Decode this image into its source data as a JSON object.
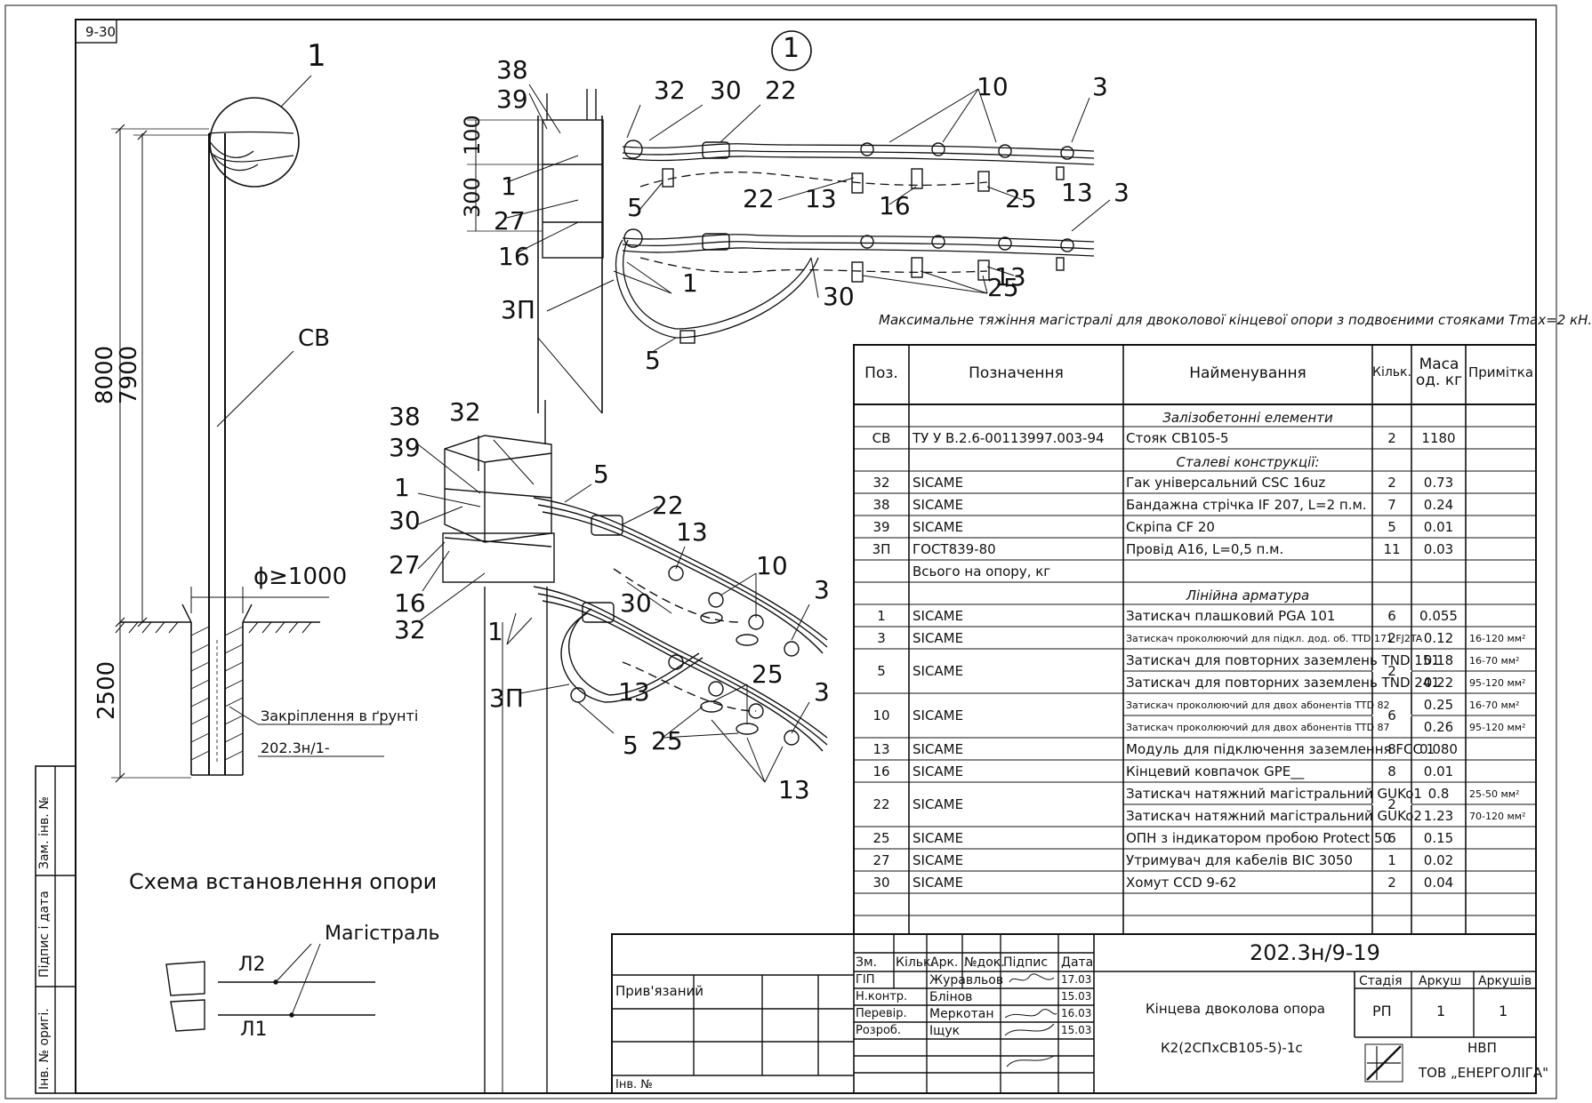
{
  "sheet": {
    "sheet_id": "9-30",
    "callout_left": "1",
    "callout_detail": "1",
    "pole_label": "СВ",
    "dims": {
      "d8000": "8000",
      "d7900": "7900",
      "d2500": "2500",
      "d100": "100",
      "d300": "300",
      "phi": "ϕ≥1000"
    },
    "soil_label_1": "Закріплення в ґрунті",
    "soil_label_2": "202.3н/1-",
    "scheme_title": "Схема встановлення опори",
    "scheme_magistral": "Магістраль",
    "scheme_l2": "Л2",
    "scheme_l1": "Л1",
    "max_tension": "Максимальне тяжіння магістралі для двоколової кінцевої опори з подвоєними стояками Tmax=2 кН."
  },
  "detail_labels": [
    "38",
    "39",
    "32",
    "30",
    "22",
    "10",
    "3",
    "1",
    "27",
    "16",
    "3П",
    "5",
    "22",
    "13",
    "16",
    "25",
    "13",
    "3",
    "1",
    "30",
    "25",
    "13",
    "5"
  ],
  "iso_labels": [
    "38",
    "39",
    "32",
    "1",
    "30",
    "27",
    "16",
    "32",
    "5",
    "22",
    "13",
    "10",
    "30",
    "3",
    "25",
    "1",
    "3П",
    "13",
    "5",
    "25",
    "3",
    "13"
  ],
  "table": {
    "headers": {
      "pos": "Поз.",
      "code": "Позначення",
      "name": "Найменування",
      "qty": "Кільк.",
      "mass": "Маса од. кг",
      "note": "Примітка"
    },
    "rows": [
      {
        "type": "section",
        "name": "Залізобетонні елементи"
      },
      {
        "pos": "СВ",
        "code": "ТУ У В.2.6-00113997.003-94",
        "name": "Стояк СВ105-5",
        "qty": "2",
        "mass": "1180",
        "note": ""
      },
      {
        "type": "section",
        "name": "Сталеві конструкції:"
      },
      {
        "pos": "32",
        "code": "SICAME",
        "name": "Гак універсальний CSC 16uz",
        "qty": "2",
        "mass": "0.73",
        "note": ""
      },
      {
        "pos": "38",
        "code": "SICAME",
        "name": "Бандажна стрічка IF 207, L=2 п.м.",
        "qty": "7",
        "mass": "0.24",
        "note": ""
      },
      {
        "pos": "39",
        "code": "SICAME",
        "name": "Скріпа CF 20",
        "qty": "5",
        "mass": "0.01",
        "note": ""
      },
      {
        "pos": "3П",
        "code": "ГОСТ839-80",
        "name": "Провід А16, L=0,5 п.м.",
        "qty": "11",
        "mass": "0.03",
        "note": ""
      },
      {
        "pos": "",
        "code": "Всього на опору, кг",
        "name": "",
        "qty": "",
        "mass": "",
        "note": ""
      },
      {
        "type": "section",
        "name": "Лінійна арматура"
      },
      {
        "pos": "1",
        "code": "SICAME",
        "name": "Затискач плашковий PGA 101",
        "qty": "6",
        "mass": "0.055",
        "note": ""
      },
      {
        "pos": "3",
        "code": "SICAME",
        "name": "Затискач проколюючий для підкл. дод. об. TTD 171 FJ2TA",
        "qty": "2",
        "mass": "0.12",
        "note": "16-120 мм²"
      },
      {
        "pos": "5",
        "code": "SICAME",
        "name": "Затискач для повторних заземлень TND 151",
        "qty": "2",
        "mass": "0.18",
        "note": "16-70 мм²",
        "span": 2
      },
      {
        "pos": "",
        "code": "",
        "name": "Затискач для повторних заземлень TND 241",
        "qty": "",
        "mass": "0.22",
        "note": "95-120 мм²",
        "cont": true
      },
      {
        "pos": "10",
        "code": "SICAME",
        "name": "Затискач проколюючий для двох абонентів TTD 82",
        "qty": "6",
        "mass": "0.25",
        "note": "16-70 мм²",
        "span": 2
      },
      {
        "pos": "",
        "code": "",
        "name": "Затискач проколюючий для двох абонентів TTD 87",
        "qty": "",
        "mass": "0.26",
        "note": "95-120 мм²",
        "cont": true
      },
      {
        "pos": "13",
        "code": "SICAME",
        "name": "Модуль для підключення заземлення FCC 1",
        "qty": "8",
        "mass": "0.080",
        "note": ""
      },
      {
        "pos": "16",
        "code": "SICAME",
        "name": "Кінцевий ковпачок GPE__",
        "qty": "8",
        "mass": "0.01",
        "note": ""
      },
      {
        "pos": "22",
        "code": "SICAME",
        "name": "Затискач натяжний магістральний GUKo1",
        "qty": "2",
        "mass": "0.8",
        "note": "25-50 мм²",
        "span": 2
      },
      {
        "pos": "",
        "code": "",
        "name": "Затискач натяжний магістральний GUKo2",
        "qty": "",
        "mass": "1.23",
        "note": "70-120 мм²",
        "cont": true
      },
      {
        "pos": "25",
        "code": "SICAME",
        "name": "ОПН з індикатором пробою Protect 50",
        "qty": "6",
        "mass": "0.15",
        "note": ""
      },
      {
        "pos": "27",
        "code": "SICAME",
        "name": "Утримувач для кабелів BIC 3050",
        "qty": "1",
        "mass": "0.02",
        "note": ""
      },
      {
        "pos": "30",
        "code": "SICAME",
        "name": "Хомут CCD 9-62",
        "qty": "2",
        "mass": "0.04",
        "note": ""
      },
      {
        "pos": "",
        "code": "",
        "name": "",
        "qty": "",
        "mass": "",
        "note": ""
      },
      {
        "pos": "",
        "code": "",
        "name": "",
        "qty": "",
        "mass": "",
        "note": ""
      }
    ]
  },
  "stamp": {
    "doc_code": "202.3н/9-19",
    "attached": "Прив'язаний",
    "inv_no": "Інв. №",
    "cols": [
      "Зм.",
      "Кільк.",
      "Арк.",
      "№док.",
      "Підпис",
      "Дата"
    ],
    "people": [
      {
        "role": "ГІП",
        "name": "Журавльов",
        "date": "17.03"
      },
      {
        "role": "Н.контр.",
        "name": "Блінов",
        "date": "15.03"
      },
      {
        "role": "Перевір.",
        "name": "Меркотан",
        "date": "16.03"
      },
      {
        "role": "Розроб.",
        "name": "Іщук",
        "date": "15.03"
      }
    ],
    "title_1": "Кінцева двоколова опора",
    "title_2": "К2(2СПхСВ105-5)-1с",
    "stage_h": "Стадія",
    "sheet_h": "Аркуш",
    "sheets_h": "Аркушів",
    "stage": "РП",
    "sheet": "1",
    "sheets": "1",
    "org_1": "НВП",
    "org_2": "ТОВ „ЕНЕРГОЛІГА\""
  },
  "side": {
    "zam_inv": "Зам. інв. №",
    "sign_date": "Підпис і дата",
    "inv_orig": "Інв. № оригі."
  }
}
